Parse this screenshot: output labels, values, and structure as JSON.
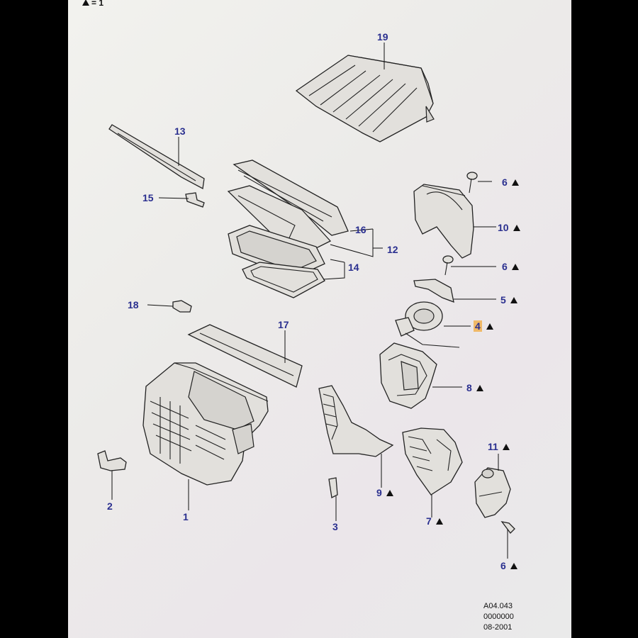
{
  "legend": {
    "symbol": "triangle",
    "text": "= 1"
  },
  "callouts": [
    {
      "id": "19",
      "label": "19",
      "triangle": false
    },
    {
      "id": "13",
      "label": "13",
      "triangle": false
    },
    {
      "id": "15",
      "label": "15",
      "triangle": false
    },
    {
      "id": "16",
      "label": "16",
      "triangle": false
    },
    {
      "id": "12",
      "label": "12",
      "triangle": false
    },
    {
      "id": "14",
      "label": "14",
      "triangle": false
    },
    {
      "id": "18",
      "label": "18",
      "triangle": false
    },
    {
      "id": "17",
      "label": "17",
      "triangle": false
    },
    {
      "id": "6a",
      "label": "6",
      "triangle": true
    },
    {
      "id": "10",
      "label": "10",
      "triangle": true
    },
    {
      "id": "6b",
      "label": "6",
      "triangle": true
    },
    {
      "id": "5",
      "label": "5",
      "triangle": true
    },
    {
      "id": "4",
      "label": "4",
      "triangle": true,
      "highlighted": true
    },
    {
      "id": "8",
      "label": "8",
      "triangle": true
    },
    {
      "id": "9",
      "label": "9",
      "triangle": true
    },
    {
      "id": "7",
      "label": "7",
      "triangle": true
    },
    {
      "id": "11",
      "label": "11",
      "triangle": true
    },
    {
      "id": "6c",
      "label": "6",
      "triangle": true
    },
    {
      "id": "2",
      "label": "2",
      "triangle": false
    },
    {
      "id": "1",
      "label": "1",
      "triangle": false
    },
    {
      "id": "3",
      "label": "3",
      "triangle": false
    }
  ],
  "footer": {
    "line1": "A04.043",
    "line2": "0000000",
    "line3": "08-2001"
  },
  "colors": {
    "callout": "#2a2f8f",
    "highlight": "#f0b968",
    "ink": "#222222"
  }
}
